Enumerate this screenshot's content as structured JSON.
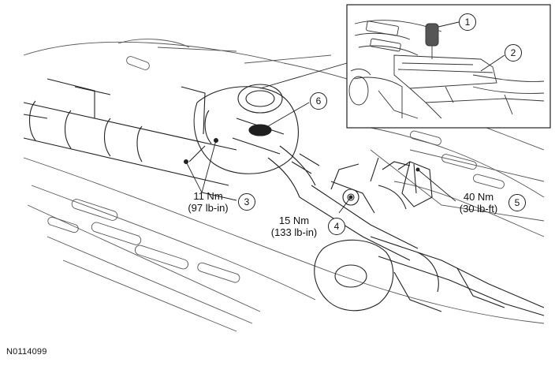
{
  "figure_id": "N0114099",
  "callouts": [
    "1",
    "2",
    "3",
    "4",
    "5",
    "6"
  ],
  "torque": {
    "item3": {
      "nm": "11 Nm",
      "imperial": "(97 lb-in)"
    },
    "item4": {
      "nm": "15 Nm",
      "imperial": "(133 lb-in)"
    },
    "item5": {
      "nm": "40 Nm",
      "imperial": "(30 lb-ft)"
    }
  }
}
